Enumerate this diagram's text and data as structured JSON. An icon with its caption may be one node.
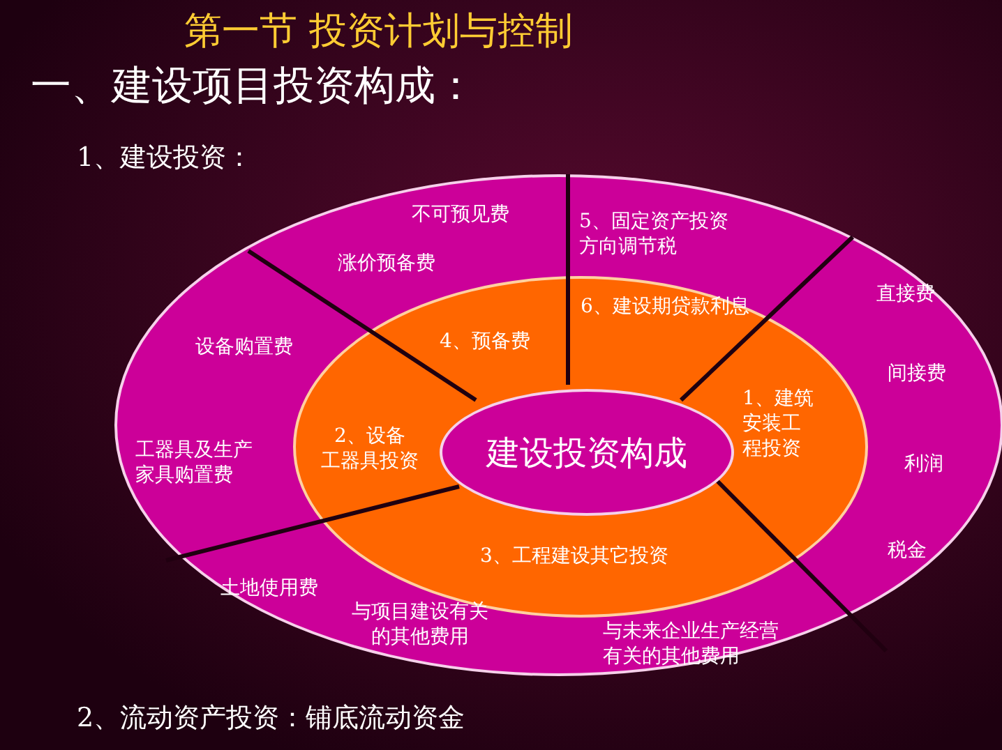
{
  "diagram": {
    "title": "第一节 投资计划与控制",
    "nodes": [
      {
        "text": [
          "不可预见费",
          "5、固定资产投资方向调节税",
          "涨价预备费",
          "设备购置费",
          "直接费",
          "间接费",
          "工器具及生产家具购置费",
          "利润",
          "税金",
          "土地使用费",
          "与项目建设有关的其他费用",
          "与未来企业生产经营有关的其他费用"
        ]
      },
      {
        "text": [
          "6、建设期贷款利息",
          "4、预备费",
          "2、设备工器具投资",
          "1、建筑安装工程投资",
          "3、工程建设其它投资"
        ],
        "in": 0
      },
      {
        "text": [
          "建设投资构成"
        ],
        "in": 1
      }
    ],
    "labels": [
      "一、建设项目投资构成：",
      "1、建设投资：",
      "2、流动资产投资：铺底流动资金"
    ]
  }
}
